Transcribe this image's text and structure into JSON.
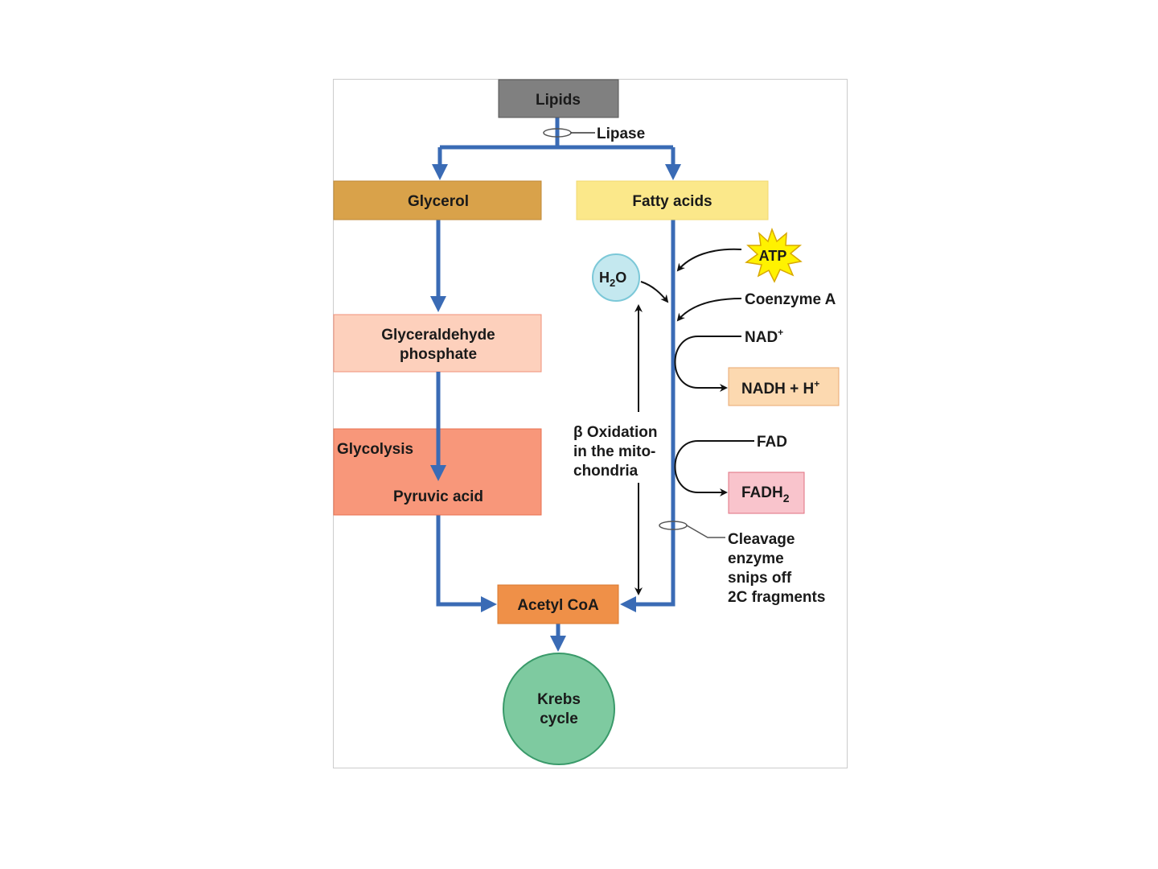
{
  "nodes": {
    "lipids": "Lipids",
    "lipase": "Lipase",
    "glycerol": "Glycerol",
    "fatty_acids": "Fatty acids",
    "glyceraldehyde_1": "Glyceraldehyde",
    "glyceraldehyde_2": "phosphate",
    "glycolysis": "Glycolysis",
    "pyruvic_acid": "Pyruvic acid",
    "acetyl_coa": "Acetyl CoA",
    "krebs_1": "Krebs",
    "krebs_2": "cycle",
    "atp": "ATP",
    "h2o_main": "H",
    "h2o_sub": "2",
    "h2o_end": "O",
    "coenzyme_a": "Coenzyme A",
    "nad": "NAD",
    "nad_sup": "+",
    "nadh": "NADH + H",
    "nadh_sup": "+",
    "fad": "FAD",
    "fadh_main": "FADH",
    "fadh_sub": "2",
    "beta_1": "β Oxidation",
    "beta_2": "in the mito-",
    "beta_3": "chondria",
    "cleavage_1": "Cleavage",
    "cleavage_2": "enzyme",
    "cleavage_3": "snips off",
    "cleavage_4": "2C fragments"
  },
  "colors": {
    "pathway": "#3a6bb5",
    "lipids": "#808080",
    "glycerol": "#d9a24a",
    "fatty_acids": "#fbe88a",
    "glyceraldehyde": "#fdd0bc",
    "glycolysis": "#f8977a",
    "acetyl_coa": "#ef9048",
    "krebs": "#7ecaa0",
    "atp": "#fff200",
    "h2o": "#c4e8ef",
    "nadh": "#fcd9b0",
    "fadh2": "#f9c4cc"
  }
}
